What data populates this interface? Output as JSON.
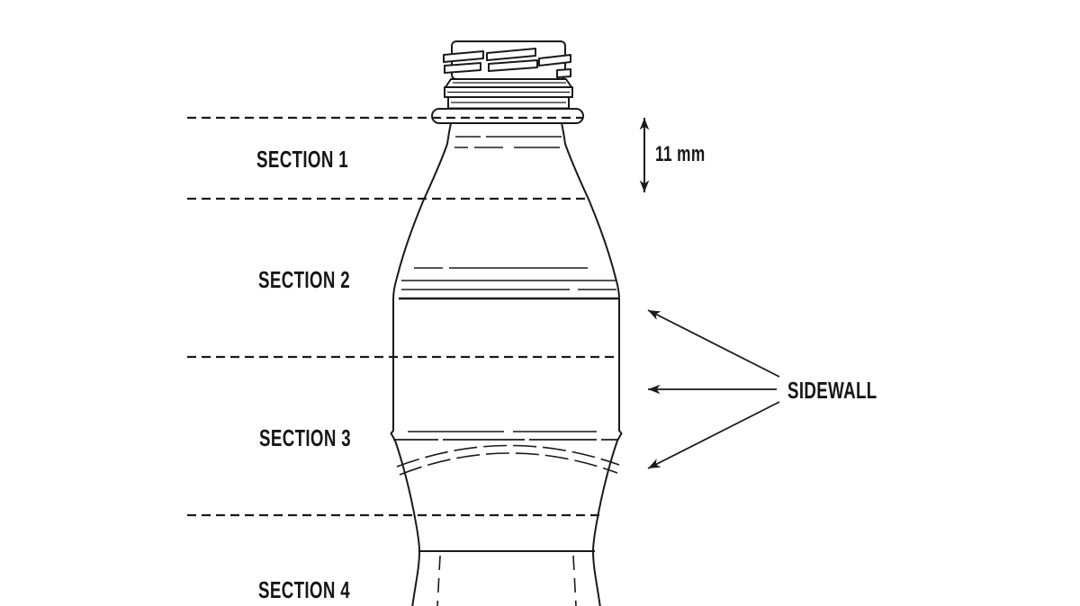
{
  "figure": {
    "kind": "patent line drawing of a bottle elevation divided into sections",
    "background_color": "#ffffff",
    "line_color": "#1a1a1a",
    "section_labels": [
      {
        "label": "SECTION 1"
      },
      {
        "label": "SECTION 2"
      },
      {
        "label": "SECTION 3"
      },
      {
        "label": "SECTION 4"
      }
    ],
    "dimension": {
      "label": "11 mm"
    },
    "callout": {
      "label": "SIDEWALL"
    }
  }
}
